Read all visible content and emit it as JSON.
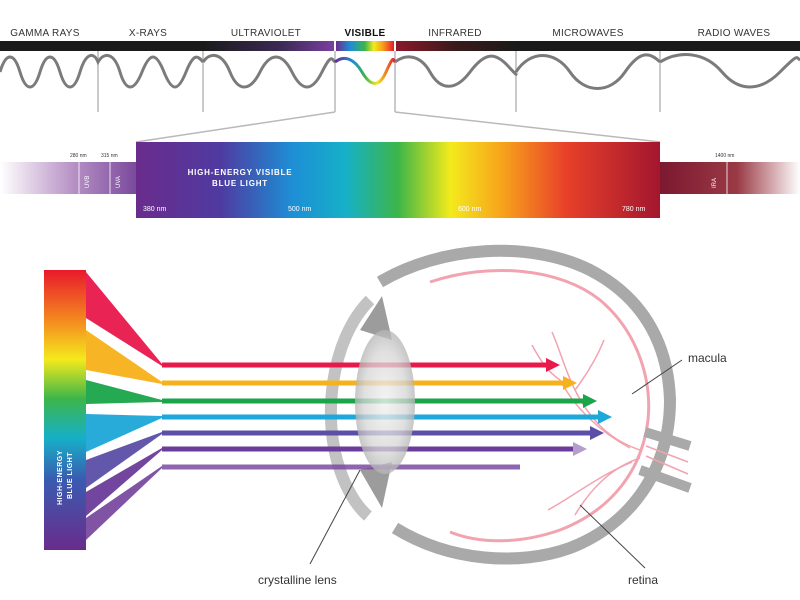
{
  "spectrum": {
    "bands": [
      {
        "label": "GAMMA RAYS",
        "bold": false
      },
      {
        "label": "X-RAYS",
        "bold": false
      },
      {
        "label": "ULTRAVIOLET",
        "bold": false
      },
      {
        "label": "VISIBLE",
        "bold": true
      },
      {
        "label": "INFRARED",
        "bold": false
      },
      {
        "label": "MICROWAVES",
        "bold": false
      },
      {
        "label": "RADIO WAVES",
        "bold": false
      }
    ]
  },
  "strip": {
    "uv_ticks": [
      "280 nm",
      "315 nm"
    ],
    "ir_tick": "1400 nm",
    "uv_labels": [
      "UVB",
      "UVA"
    ],
    "ir_label": "IRA",
    "hev_title_line1": "HIGH-ENERGY VISIBLE",
    "hev_title_line2": "BLUE LIGHT",
    "wavelengths": [
      "380 nm",
      "500 nm",
      "600 nm",
      "780 nm"
    ]
  },
  "eye": {
    "source_label_line1": "HIGH-ENERGY",
    "source_label_line2": "BLUE LIGHT",
    "callouts": {
      "macula": "macula",
      "lens": "crystalline lens",
      "retina": "retina"
    },
    "ray_colors": [
      "#e8194b",
      "#f7b21b",
      "#1aa54a",
      "#1ea7d9",
      "#5b4fa8",
      "#6b3c9a",
      "#7a4aa0"
    ]
  },
  "colors": {
    "band_bar": "#1a1a1a",
    "wave": "#7b7b7b",
    "eye_wall": "#a9a9a9",
    "vessel": "#f2a3b0"
  }
}
